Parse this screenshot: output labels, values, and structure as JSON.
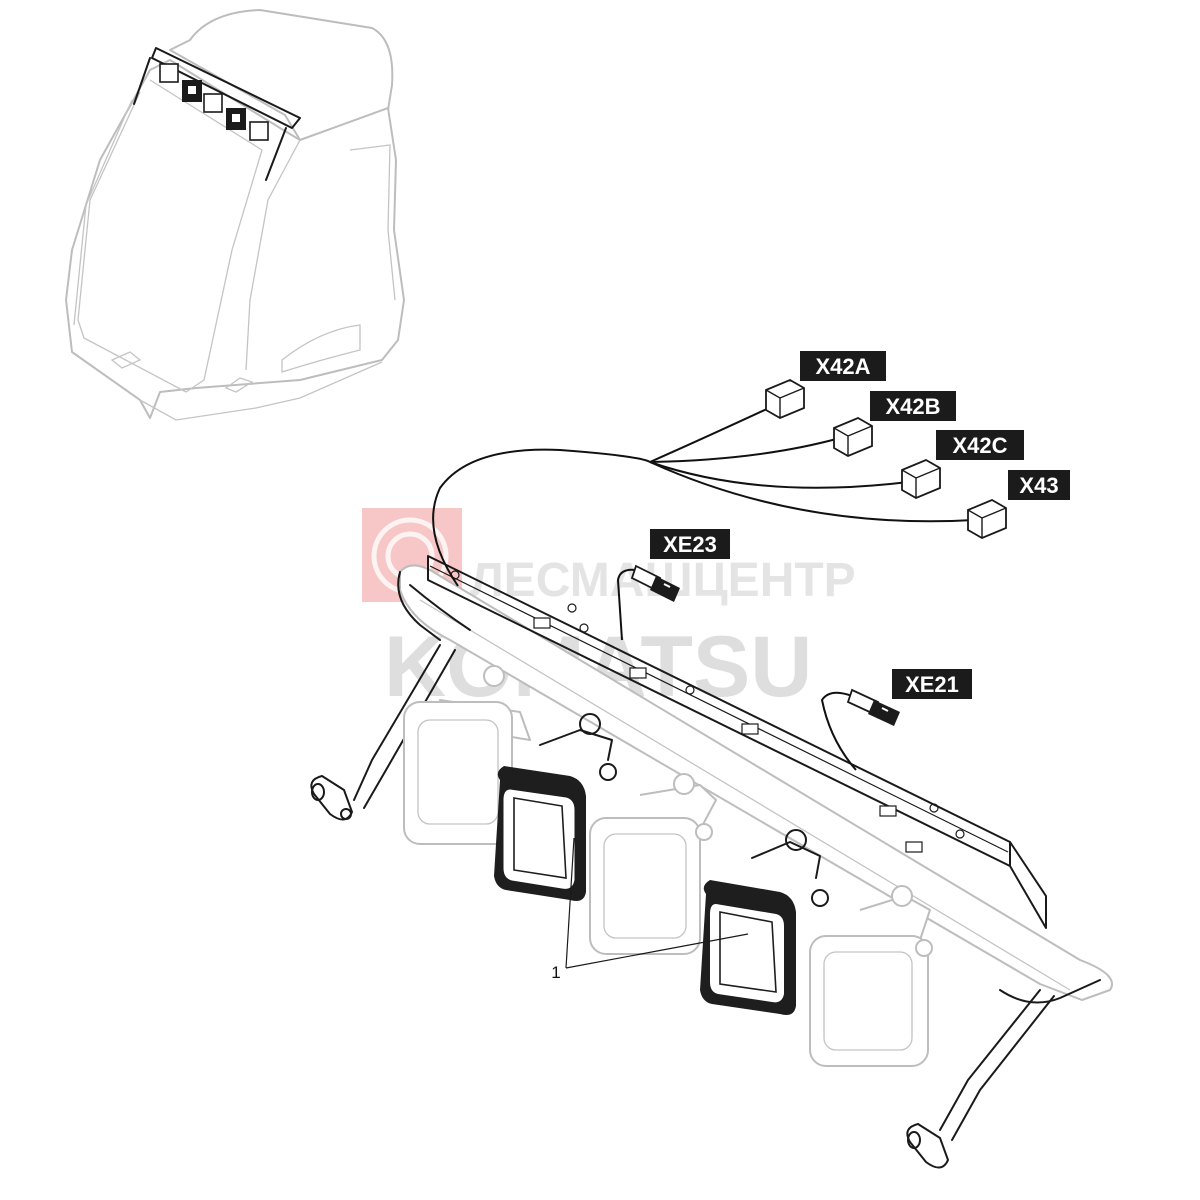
{
  "watermark": {
    "brand_ru": "ЛЕСМАШЦЕНТР",
    "brand": "KOMATSU"
  },
  "callouts": {
    "x42a": "X42A",
    "x42b": "X42B",
    "x42c": "X42C",
    "x43": "X43",
    "xe23": "XE23",
    "xe21": "XE21"
  },
  "parts": {
    "lamp": "1"
  }
}
